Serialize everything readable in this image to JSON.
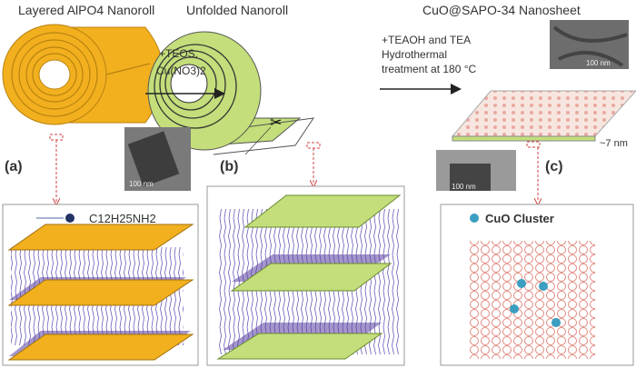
{
  "titles": {
    "a": "Layered AlPO4 Nanoroll",
    "b": "Unfolded Nanoroll",
    "c": "CuO@SAPO-34 Nanosheet"
  },
  "step1": {
    "line1": "+TEOS,",
    "line2": "Cu(NO3)2"
  },
  "step2": {
    "line1": "+TEAOH and TEA",
    "line2": "Hydrothermal",
    "line3": "treatment at 180 °C"
  },
  "panels": {
    "a": "(a)",
    "b": "(b)",
    "c": "(c)"
  },
  "thickness": "~7 nm",
  "legend_a": "C12H25NH2",
  "legend_c": "CuO Cluster",
  "scale_bars": [
    "100 nm",
    "100 nm",
    "100 nm"
  ],
  "colors": {
    "alpo": "#f2b01e",
    "unfolded": "#c3de7a",
    "layer": "#5a3fa0",
    "lattice": "#e08a80",
    "cuo": "#3a9fc0",
    "arrow": "#d04040"
  }
}
